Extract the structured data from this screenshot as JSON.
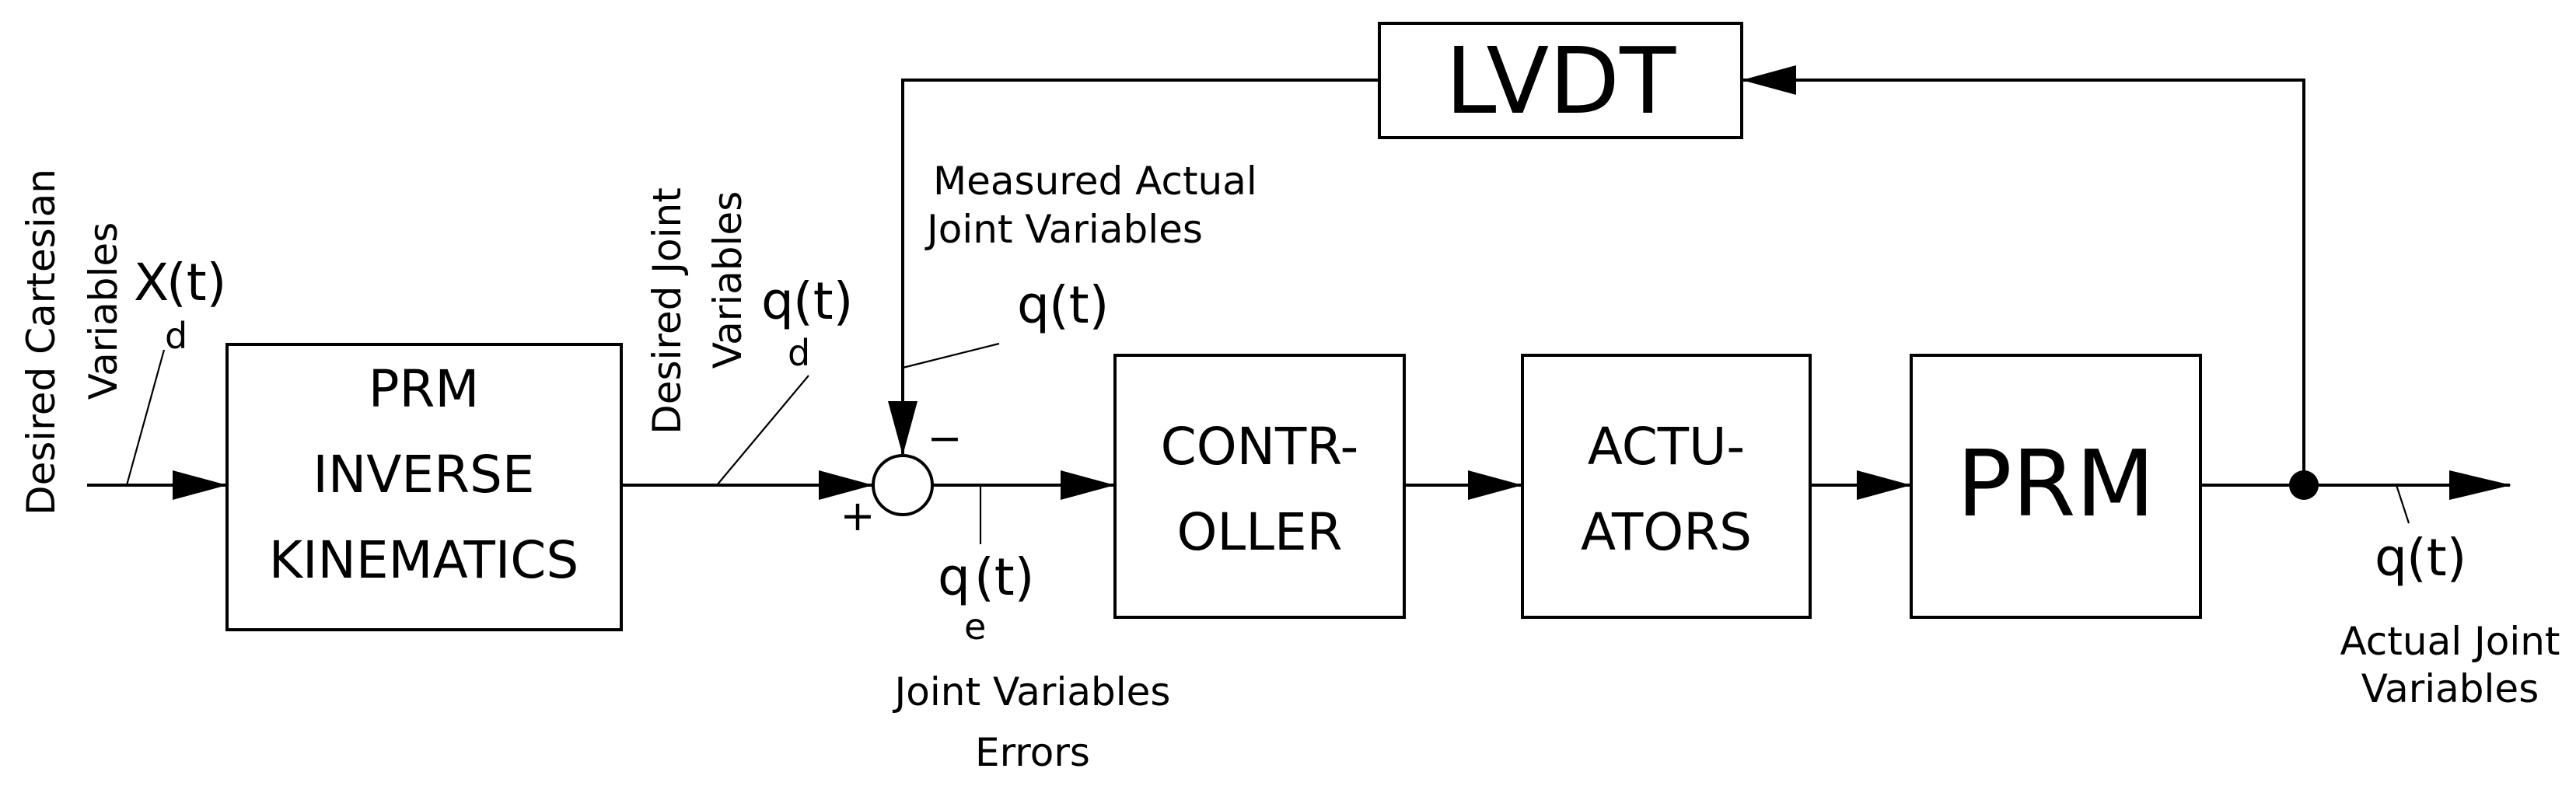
{
  "blocks": {
    "inverse_kinematics": [
      "PRM",
      "INVERSE",
      "KINEMATICS"
    ],
    "controller": [
      "CONTR-",
      "OLLER"
    ],
    "actuators": [
      "ACTU-",
      "ATORS"
    ],
    "plant": "PRM",
    "sensor": "LVDT"
  },
  "signals": {
    "cartesian": {
      "main": "X",
      "sub": "d",
      "arg": "(t)"
    },
    "desired_joint": {
      "main": "q",
      "sub": "d",
      "arg": "(t)"
    },
    "measured": {
      "main": "q",
      "arg": "(t)"
    },
    "error": {
      "main": "q",
      "sub": "e",
      "arg": "(t)"
    },
    "output": {
      "main": "q",
      "arg": "(t)"
    }
  },
  "descriptions": {
    "cartesian": [
      "Desired Cartesian",
      "Variables"
    ],
    "desired_joint": [
      "Desired Joint",
      "Variables"
    ],
    "measured": [
      "Measured Actual",
      "Joint Variables"
    ],
    "error": [
      "Joint Variables",
      "Errors"
    ],
    "output": [
      "Actual Joint",
      "Variables"
    ]
  },
  "summing_junction": {
    "plus": "+",
    "minus": "−"
  }
}
